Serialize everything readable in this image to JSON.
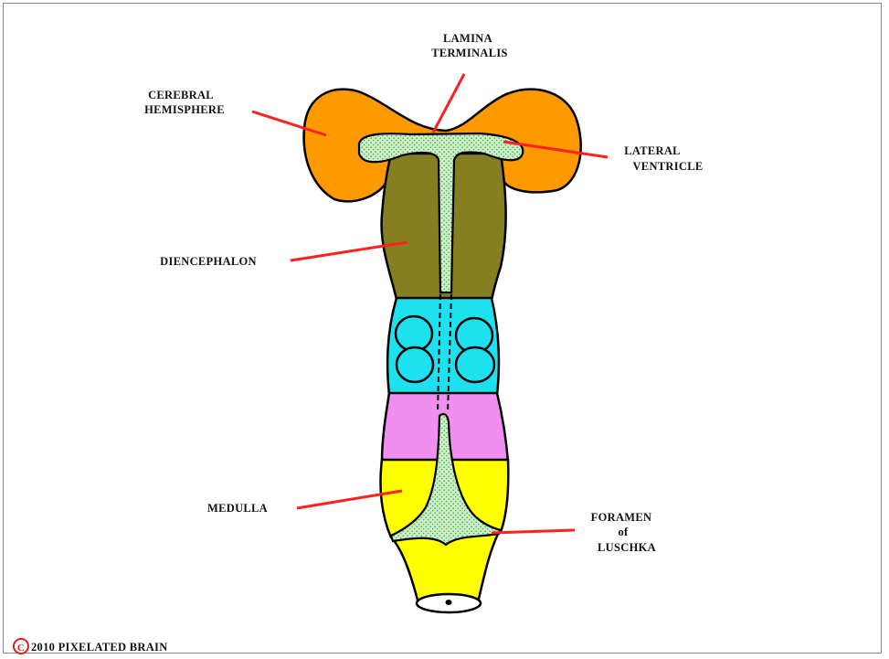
{
  "labels": {
    "lamina_terminalis": [
      "LAMINA",
      "TERMINALIS"
    ],
    "cerebral_hemisphere": [
      "CEREBRAL",
      "HEMISPHERE"
    ],
    "lateral_ventricle": [
      "LATERAL",
      "VENTRICLE"
    ],
    "diencephalon": "DIENCEPHALON",
    "medulla": "MEDULLA",
    "foramen_of_luschka": [
      "FORAMEN",
      "of",
      "LUSCHKA"
    ]
  },
  "copyright": {
    "symbol": "C",
    "text": "2010  PIXELATED BRAIN"
  },
  "colors": {
    "hemisphere": "#ff9900",
    "diencephalon": "#857f22",
    "midbrain": "#1de1ef",
    "pons": "#f08ff0",
    "medulla": "#ffff00",
    "ventricle": "#c8f0c4",
    "pointer": "#ff2020",
    "copyright": "#e02020"
  }
}
